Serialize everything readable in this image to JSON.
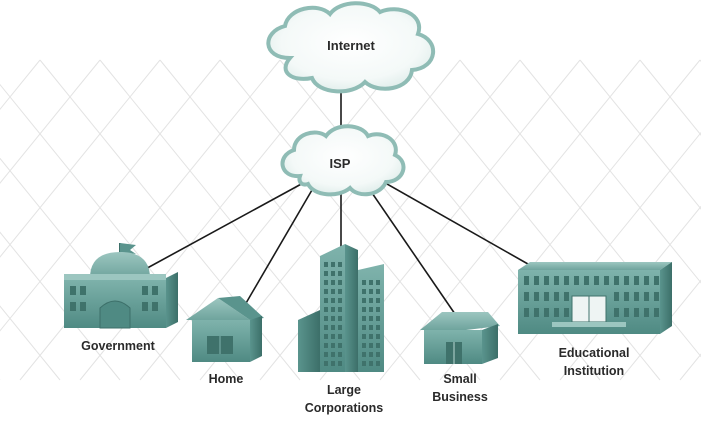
{
  "diagram": {
    "clouds": {
      "internet": "Internet",
      "isp": "ISP"
    },
    "nodes": {
      "government": [
        "Government"
      ],
      "home": [
        "Home"
      ],
      "large_corporations": [
        "Large",
        "Corporations"
      ],
      "small_business": [
        "Small",
        "Business"
      ],
      "educational_institution": [
        "Educational",
        "Institution"
      ]
    }
  }
}
